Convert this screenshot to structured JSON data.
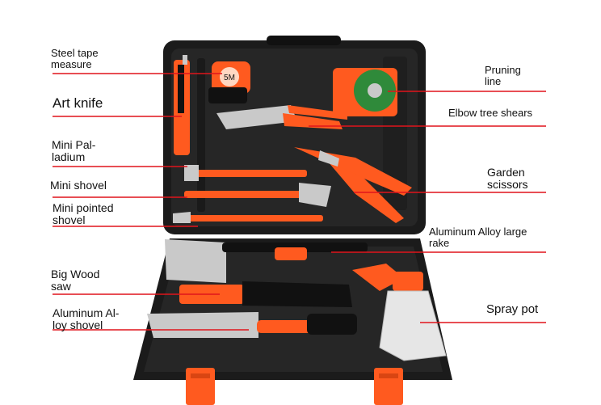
{
  "labels": {
    "steel_tape_measure": "Steel tape\nmeasure",
    "art_knife": "Art knife",
    "mini_palladium": "Mini Pal-\nladium",
    "mini_shovel": "Mini shovel",
    "mini_pointed_shovel": "Mini pointed\nshovel",
    "big_wood_saw": "Big Wood\nsaw",
    "aluminum_alloy_shovel": "Aluminum Al-\nloy shovel",
    "pruning_line": "Pruning\nline",
    "elbow_tree_shears": "Elbow tree shears",
    "garden_scissors": "Garden\nscissors",
    "aluminum_alloy_large_rake": "Aluminum Alloy large\nrake",
    "spray_pot": "Spray pot"
  },
  "tape_brand": "5M",
  "colors": {
    "case": "#1c1c1c",
    "case_inner": "#262626",
    "accent_orange": "#ff5a1f",
    "leader_red": "#e0141b",
    "metal": "#c9c9c9"
  }
}
